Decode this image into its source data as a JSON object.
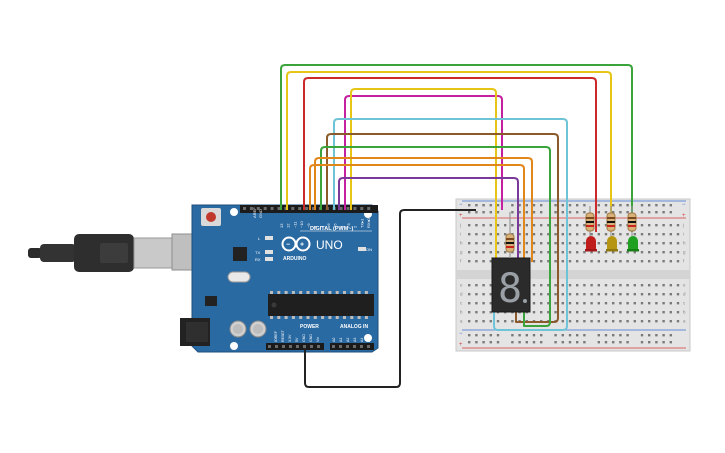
{
  "board": {
    "name": "UNO",
    "brand": "ARDUINO",
    "digital_label": "DIGITAL (PWM~)",
    "power_label": "POWER",
    "analog_label": "ANALOG IN",
    "l_label": "L",
    "tx_label": "TX",
    "rx_label": "RX",
    "on_label": "ON",
    "aref_label": "AREF",
    "gnd_label": "GND",
    "digital_pins": [
      "13",
      "12",
      "~11",
      "~10",
      "~9",
      "8",
      "7",
      "~6",
      "~5",
      "4",
      "~3",
      "2",
      "TX▸1",
      "RX◂0"
    ],
    "power_pins": [
      "IOREF",
      "RESET",
      "3.3V",
      "5V",
      "GND",
      "GND",
      "Vin"
    ],
    "analog_pins": [
      "A0",
      "A1",
      "A2",
      "A3",
      "A4",
      "A5"
    ]
  },
  "breadboard": {
    "row_letters_top": [
      "j",
      "i",
      "h",
      "g",
      "f"
    ],
    "row_letters_bottom": [
      "e",
      "d",
      "c",
      "b",
      "a"
    ],
    "plus_label": "+",
    "minus_label": "−"
  },
  "display": {
    "digit": "8"
  },
  "colors": {
    "board": "#2a6aa3",
    "board_dark": "#1d4f7e",
    "rail_red": "#d33b3b",
    "rail_blue": "#3b6fd3",
    "wire_green": "#3aa33a",
    "wire_yellow": "#e6c516",
    "wire_red": "#cc2a2a",
    "wire_magenta": "#c3219f",
    "wire_cyan": "#6ec3d6",
    "wire_brown": "#8b5a2b",
    "wire_orange": "#e0861a",
    "wire_purple": "#7a3a9a",
    "wire_black": "#222222",
    "led_red": "#c01c1c",
    "led_yellow": "#b59512",
    "led_green": "#20a020"
  }
}
